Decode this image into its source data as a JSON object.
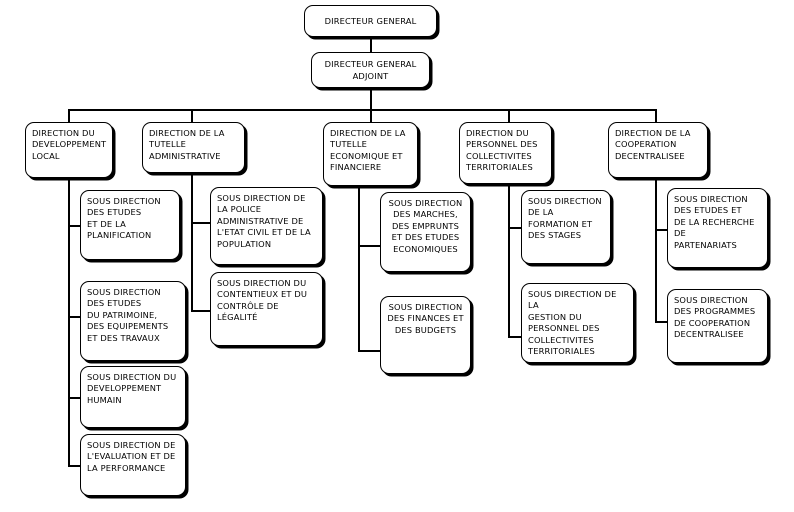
{
  "diagram": {
    "title_root": "DIRECTEUR GENERAL",
    "nodes": {
      "dg": "DIRECTEUR GENERAL",
      "dga": "DIRECTEUR GENERAL\nADJOINT",
      "dir_dev_local": "DIRECTION DU\nDEVELOPPEMENT\nLOCAL",
      "dir_tutelle_admin": "DIRECTION DE LA\nTUTELLE\nADMINISTRATIVE",
      "dir_tutelle_eco": "DIRECTION DE LA\nTUTELLE\nECONOMIQUE ET\nFINANCIERE",
      "dir_personnel": "DIRECTION DU\nPERSONNEL DES\nCOLLECTIVITES\nTERRITORIALES",
      "dir_cooperation": "DIRECTION DE LA\nCOOPERATION\nDECENTRALISEE",
      "sd_etudes_planif": "SOUS DIRECTION\nDES ETUDES\nET  DE LA\nPLANIFICATION",
      "sd_patrimoine": "SOUS DIRECTION\nDES ETUDES\n DU PATRIMOINE,\nDES EQUIPEMENTS\nET DES TRAVAUX",
      "sd_dev_humain": "SOUS DIRECTION DU\nDEVELOPPEMENT\nHUMAIN",
      "sd_evaluation": "SOUS DIRECTION DE\nL'EVALUATION ET DE\nLA PERFORMANCE",
      "sd_police": "SOUS DIRECTION DE\nLA POLICE\nADMINISTRATIVE  DE\nL'ETAT CIVIL ET DE LA\nPOPULATION",
      "sd_contentieux": "SOUS DIRECTION DU\nCONTENTIEUX ET DU\nCONTRÔLE DE\nLÉGALITÉ",
      "sd_marches": "SOUS DIRECTION\nDES MARCHES,\nDES EMPRUNTS\nET DES ETUDES\nECONOMIQUES",
      "sd_finances": "SOUS DIRECTION\nDES FINANCES ET\nDES BUDGETS",
      "sd_formation": "SOUS DIRECTION\nDE LA\nFORMATION ET\nDES STAGES",
      "sd_gestion_personnel": "SOUS DIRECTION DE LA\nGESTION DU\nPERSONNEL DES\nCOLLECTIVITES\nTERRITORIALES",
      "sd_partenariats": "SOUS DIRECTION\nDES ETUDES ET\nDE LA RECHERCHE\nDE\nPARTENARIATS",
      "sd_programmes_coop": "SOUS DIRECTION\nDES PROGRAMMES\nDE COOPERATION\nDECENTRALISEE"
    },
    "colors": {
      "line": "#000000",
      "box_fill": "#ffffff",
      "text": "#000000"
    }
  }
}
